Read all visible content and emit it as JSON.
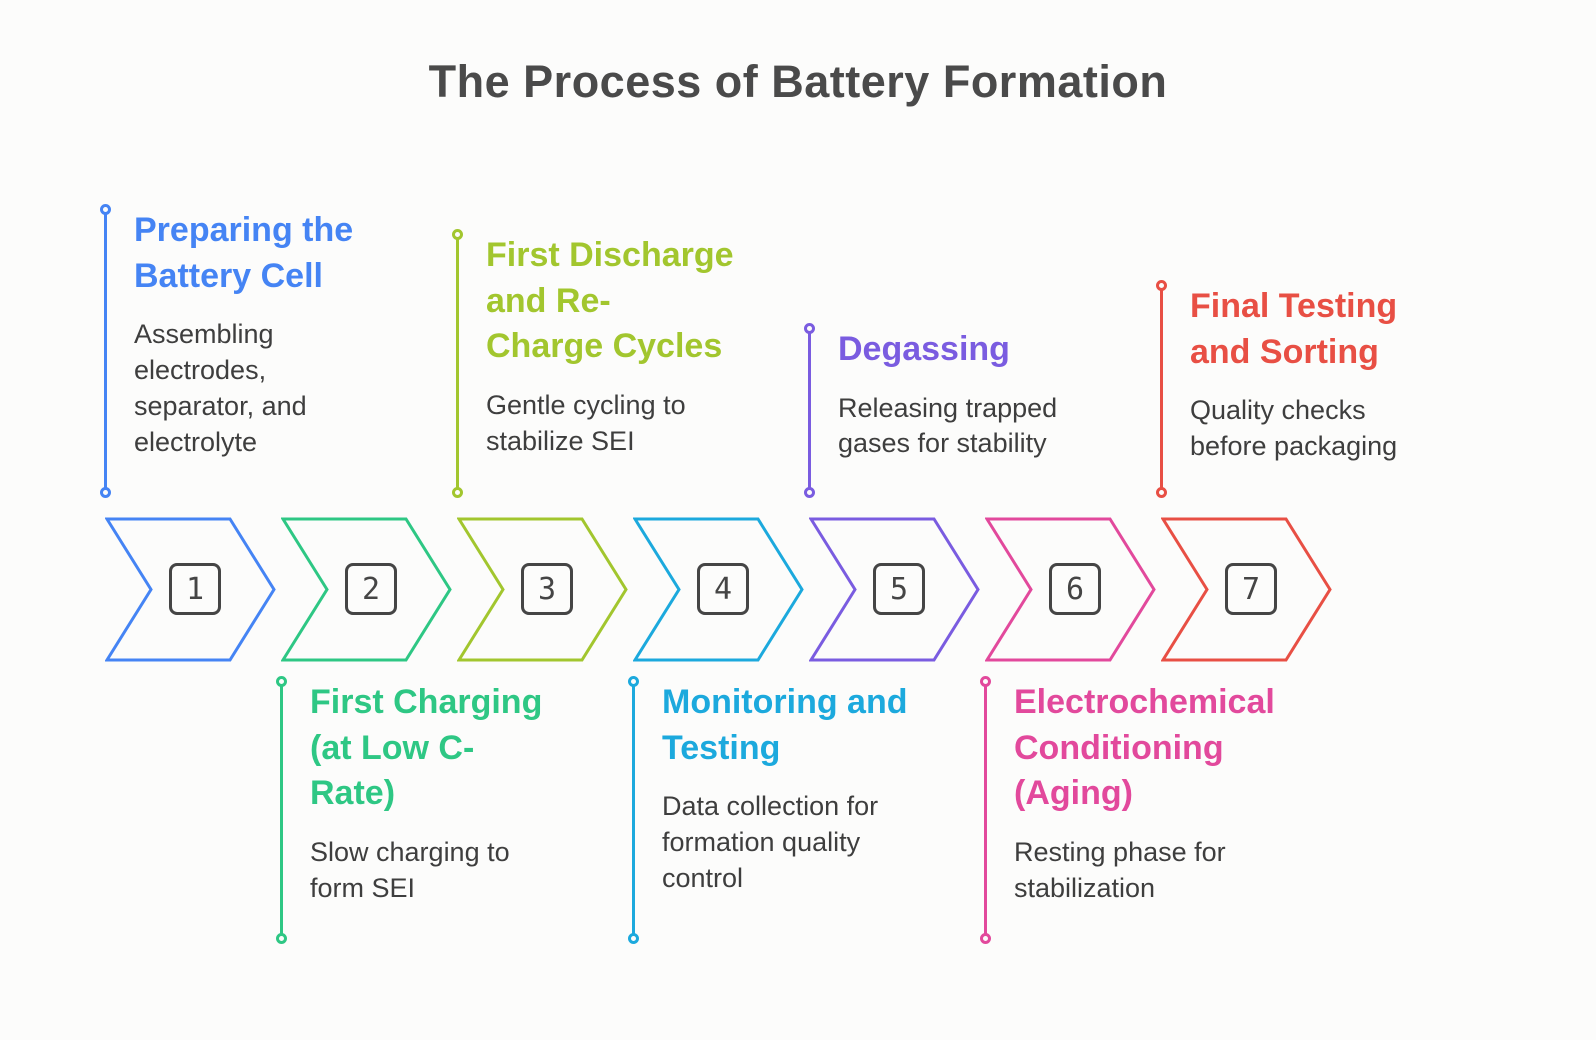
{
  "title": "The Process of Battery Formation",
  "steps": [
    {
      "number": "1",
      "color": "#4584f4",
      "position": "top",
      "heading": "Preparing the\nBattery Cell",
      "body": "Assembling\nelectrodes,\nseparator, and\nelectrolyte"
    },
    {
      "number": "2",
      "color": "#2ec784",
      "position": "bottom",
      "heading": "First Charging\n(at Low C-\nRate)",
      "body": "Slow charging to\nform SEI"
    },
    {
      "number": "3",
      "color": "#a2c62e",
      "position": "top",
      "heading": "First Discharge\nand Re-\nCharge Cycles",
      "body": "Gentle cycling to\nstabilize SEI"
    },
    {
      "number": "4",
      "color": "#1ca9dd",
      "position": "bottom",
      "heading": "Monitoring and\nTesting",
      "body": "Data collection for\nformation quality\ncontrol"
    },
    {
      "number": "5",
      "color": "#7a5ce0",
      "position": "top",
      "heading": "Degassing",
      "body": "Releasing trapped\ngases for stability"
    },
    {
      "number": "6",
      "color": "#e2499c",
      "position": "bottom",
      "heading": "Electrochemical\nConditioning\n(Aging)",
      "body": "Resting phase for\nstabilization"
    },
    {
      "number": "7",
      "color": "#e84f44",
      "position": "top",
      "heading": "Final Testing\nand Sorting",
      "body": "Quality checks\nbefore packaging"
    }
  ]
}
